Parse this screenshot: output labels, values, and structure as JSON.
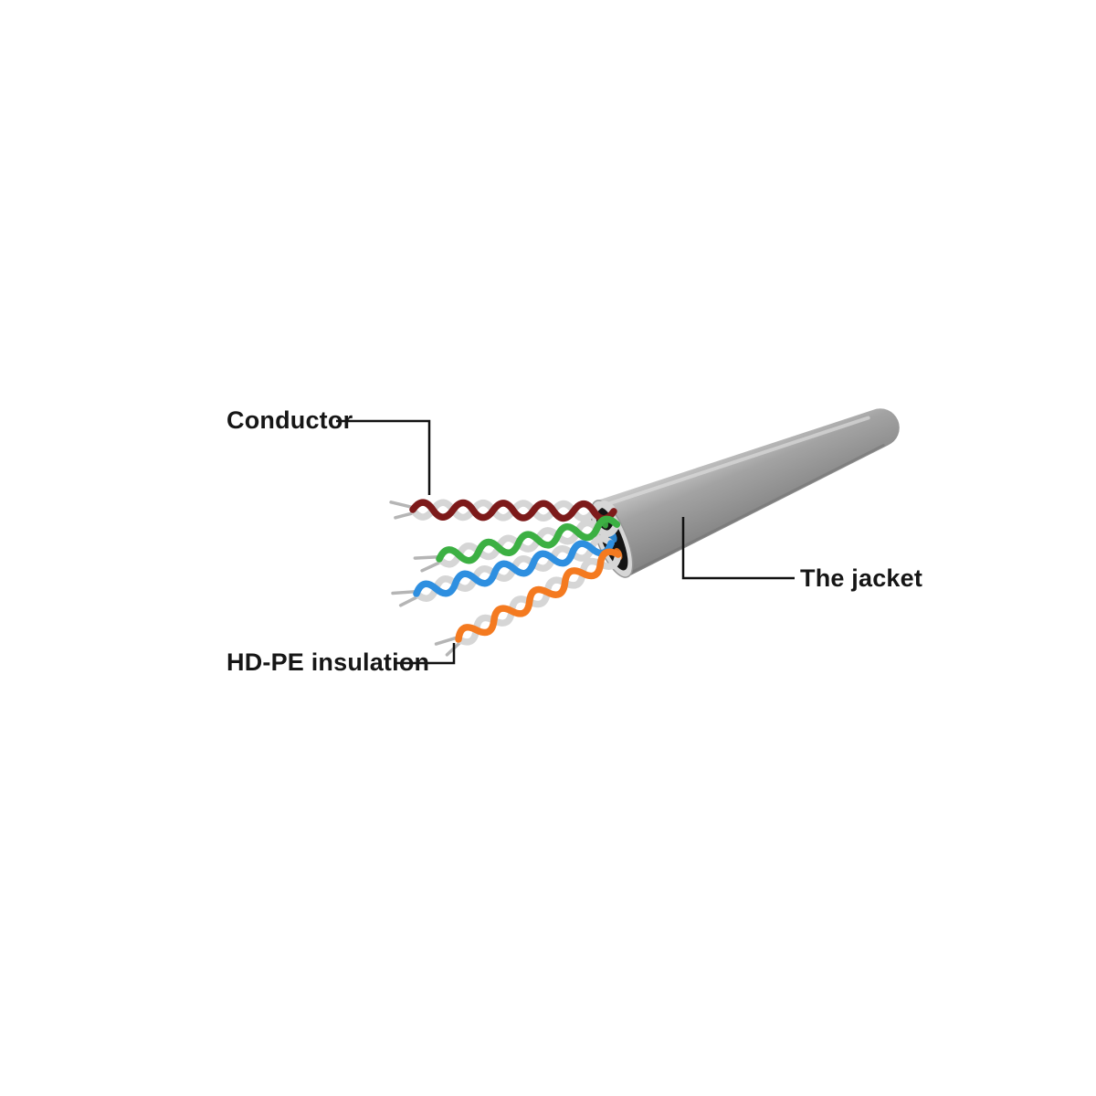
{
  "labels": {
    "conductor": "Conductor",
    "insulation": "HD-PE insulation",
    "jacket": "The jacket"
  },
  "colors": {
    "wire_maroon": "#7d1a1a",
    "wire_green": "#3cb043",
    "wire_blue": "#2e8fe0",
    "wire_orange": "#f47a20",
    "wire_white": "#d6d6d6",
    "bare_tip": "#b5b5b5",
    "jacket_gray": "#a3a3a3",
    "jacket_ring": "#d6d6d6",
    "jacket_core": "#141414",
    "leader_line": "#111111"
  }
}
